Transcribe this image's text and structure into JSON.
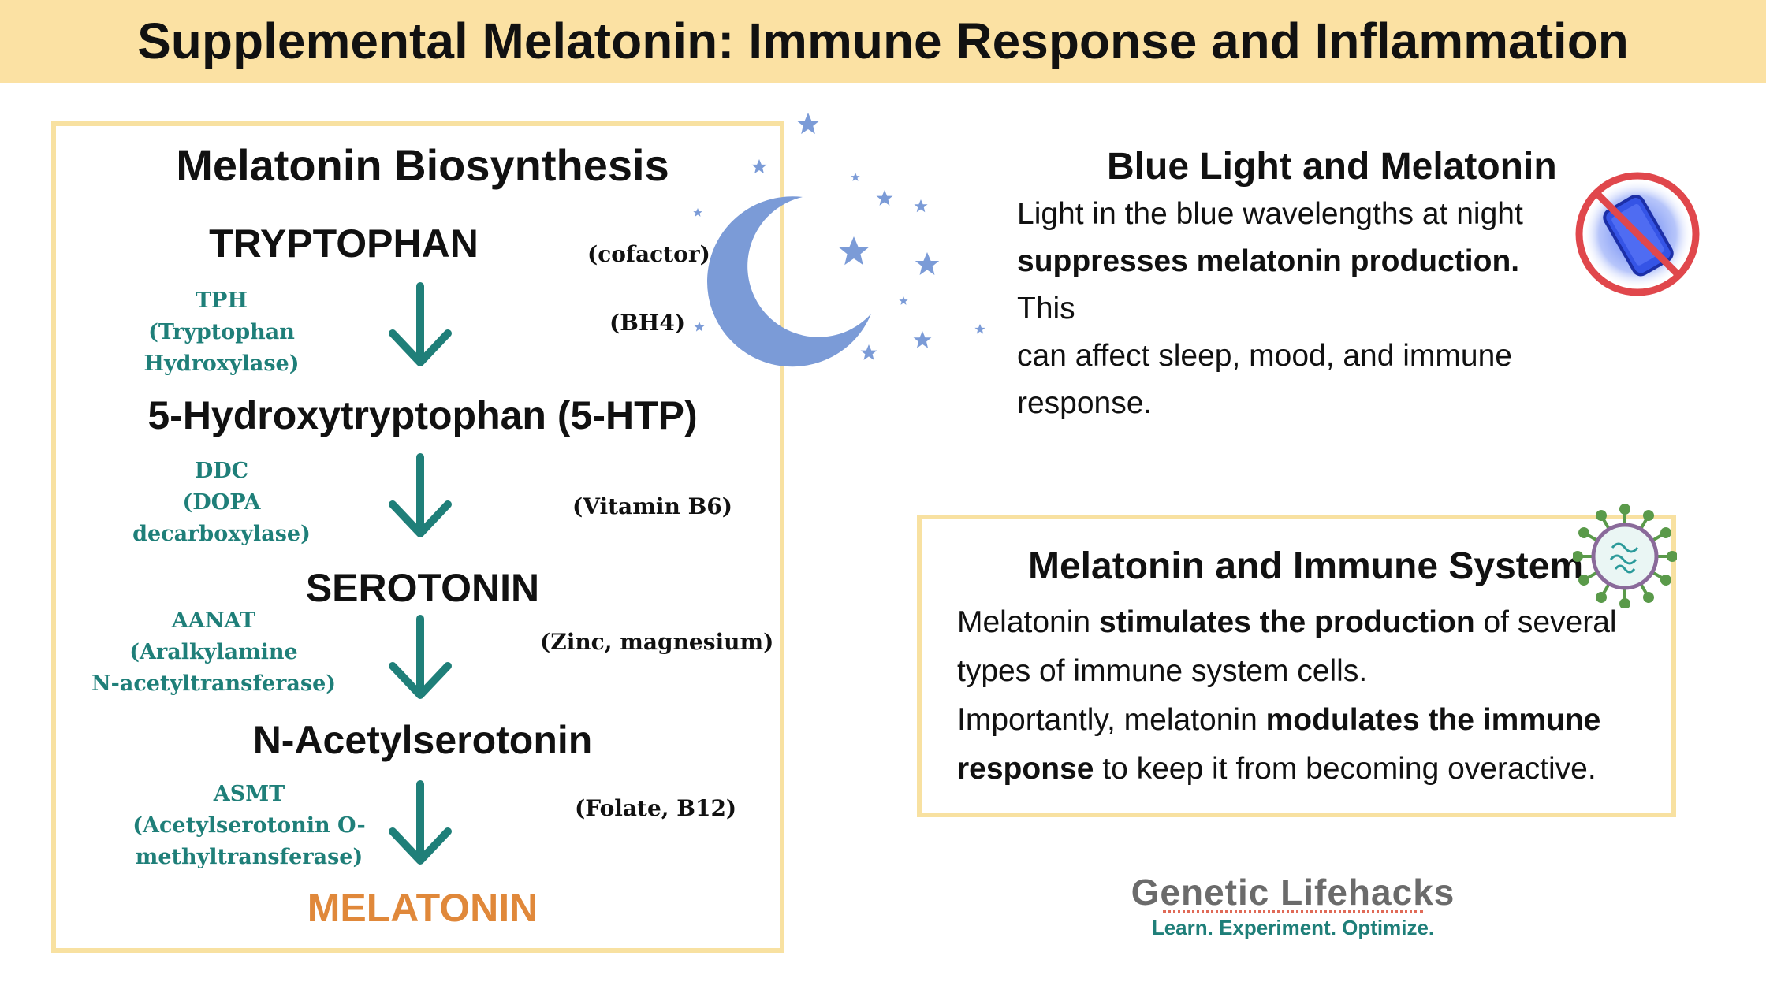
{
  "header": {
    "title": "Supplemental Melatonin: Immune Response and Inflammation"
  },
  "biosynthesis": {
    "title": "Melatonin Biosynthesis",
    "molecules": [
      "TRYPTOPHAN",
      "5-Hydroxytryptophan (5-HTP)",
      "SEROTONIN",
      "N-Acetylserotonin",
      "MELATONIN"
    ],
    "enzymes": [
      {
        "lines": [
          "TPH",
          "(Tryptophan",
          "Hydroxylase)"
        ]
      },
      {
        "lines": [
          "DDC",
          "(DOPA",
          "decarboxylase)"
        ]
      },
      {
        "lines": [
          "AANAT",
          "(Aralkylamine",
          "N-acetyltransferase)"
        ]
      },
      {
        "lines": [
          "ASMT",
          "(Acetylserotonin O-",
          "methyltransferase)"
        ]
      }
    ],
    "cofactors": [
      "(cofactor)",
      "(BH4)",
      "(Vitamin B6)",
      "(Zinc, magnesium)",
      "(Folate, B12)"
    ]
  },
  "blue_light": {
    "title": "Blue Light and Melatonin",
    "text_1": "Light in the blue wavelengths at night",
    "text_bold": "suppresses melatonin production.",
    "text_2": " This",
    "text_3": "can affect sleep, mood, and immune",
    "text_4": "response."
  },
  "immune": {
    "title": "Melatonin and Immune System",
    "l1_a": "Melatonin ",
    "l1_b": "stimulates the production",
    "l1_c": " of several",
    "l2": "types of immune system cells.",
    "l3_a": "Importantly, melatonin ",
    "l3_b": "modulates the immune",
    "l4_a": "response",
    "l4_b": " to keep it from becoming overactive."
  },
  "brand": {
    "name": "Genetic Lifehacks",
    "tagline": "Learn. Experiment. Optimize."
  },
  "colors": {
    "banner": "#fbe1a3",
    "box_border": "#f8e1a1",
    "teal": "#1f7f79",
    "orange": "#e0883a",
    "moon": "#7b9bd7",
    "no_sign": "#e0474c"
  },
  "icons": [
    "moon-icon",
    "star-icon",
    "no-phone-icon",
    "virus-icon",
    "down-arrow-icon"
  ]
}
